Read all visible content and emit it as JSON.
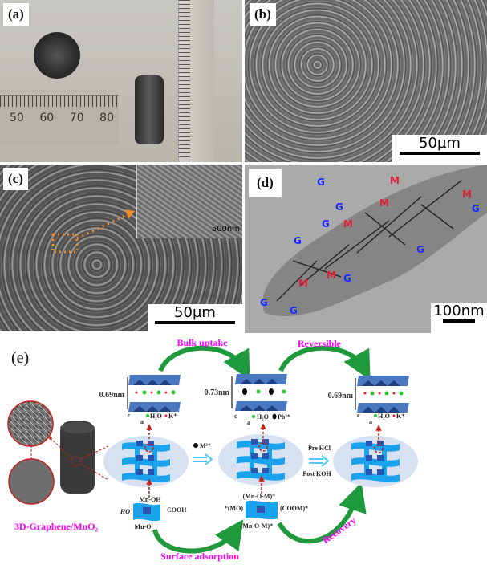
{
  "panels": {
    "a": {
      "label": "(a)",
      "ruler_marks": [
        "50",
        "60",
        "70",
        "80"
      ]
    },
    "b": {
      "label": "(b)",
      "scale": "50µm"
    },
    "c": {
      "label": "(c)",
      "scale": "50µm",
      "inset_scale": "500nm"
    },
    "d": {
      "label": "(d)",
      "scale": "100nm",
      "tags": [
        "G",
        "M",
        "M",
        "G",
        "M",
        "G",
        "G",
        "M",
        "G",
        "G",
        "M",
        "G",
        "M",
        "G",
        "G"
      ]
    }
  },
  "scheme": {
    "label": "(e)",
    "bulk_uptake": "Bulk uptake",
    "reversible": "Reversible",
    "recovery": "Recovery",
    "surface_adsorption": "Surface adsorption",
    "spacing_left": "0.69nm",
    "spacing_mid": "0.73nm",
    "spacing_right": "0.69nm",
    "legend_left": {
      "axis_c": "c",
      "axis_a": "a",
      "water": "H₂O",
      "ion": "K⁺"
    },
    "legend_mid": {
      "axis_c": "c",
      "axis_a": "a",
      "water": "H₂O",
      "ion": "Pb²⁺"
    },
    "legend_right": {
      "axis_c": "c",
      "axis_a": "a",
      "water": "H₂O",
      "ion": "K⁺"
    },
    "metal_ion": "M²⁺",
    "pre": "Pre HCl",
    "post": "Post KOH",
    "groups_left": {
      "top": "Mn-OH",
      "left": "HO",
      "right": "COOH",
      "bottom": "Mn-O"
    },
    "groups_mid": {
      "top": "(Mn-O-M)⁺",
      "left": "⁺(MO)",
      "right": "(COOM)⁺",
      "bottom": "(Mn-O-M)⁺"
    },
    "material": "3D-Graphene/MnO₂",
    "colors": {
      "magenta": "#ff00ff",
      "green": "#1e9a3c",
      "blue": "#1aa3ec",
      "layer": "#4a78c0",
      "ellipse": "#d6e2f2",
      "red": "#c0221a"
    }
  }
}
